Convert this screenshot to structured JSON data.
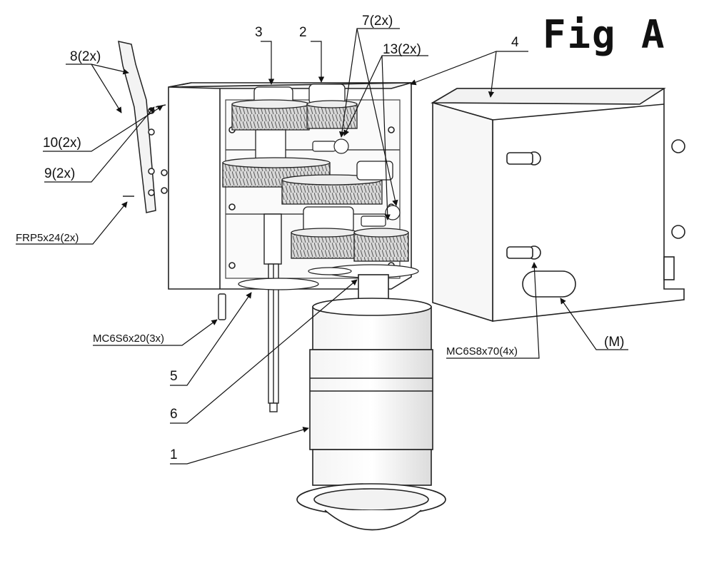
{
  "figure": {
    "title": "Fig A"
  },
  "callouts": {
    "c3": "3",
    "c2": "2",
    "c7": "7(2x)",
    "c13": "13(2x)",
    "c8": "8(2x)",
    "c4": "4",
    "c10": "10(2x)",
    "c9": "9(2x)",
    "frp": "FRP5x24(2x)",
    "mc6s6": "MC6S6x20(3x)",
    "mc6s8": "MC6S8x70(4x)",
    "m": "(M)",
    "c5": "5",
    "c6": "6",
    "c1": "1"
  }
}
